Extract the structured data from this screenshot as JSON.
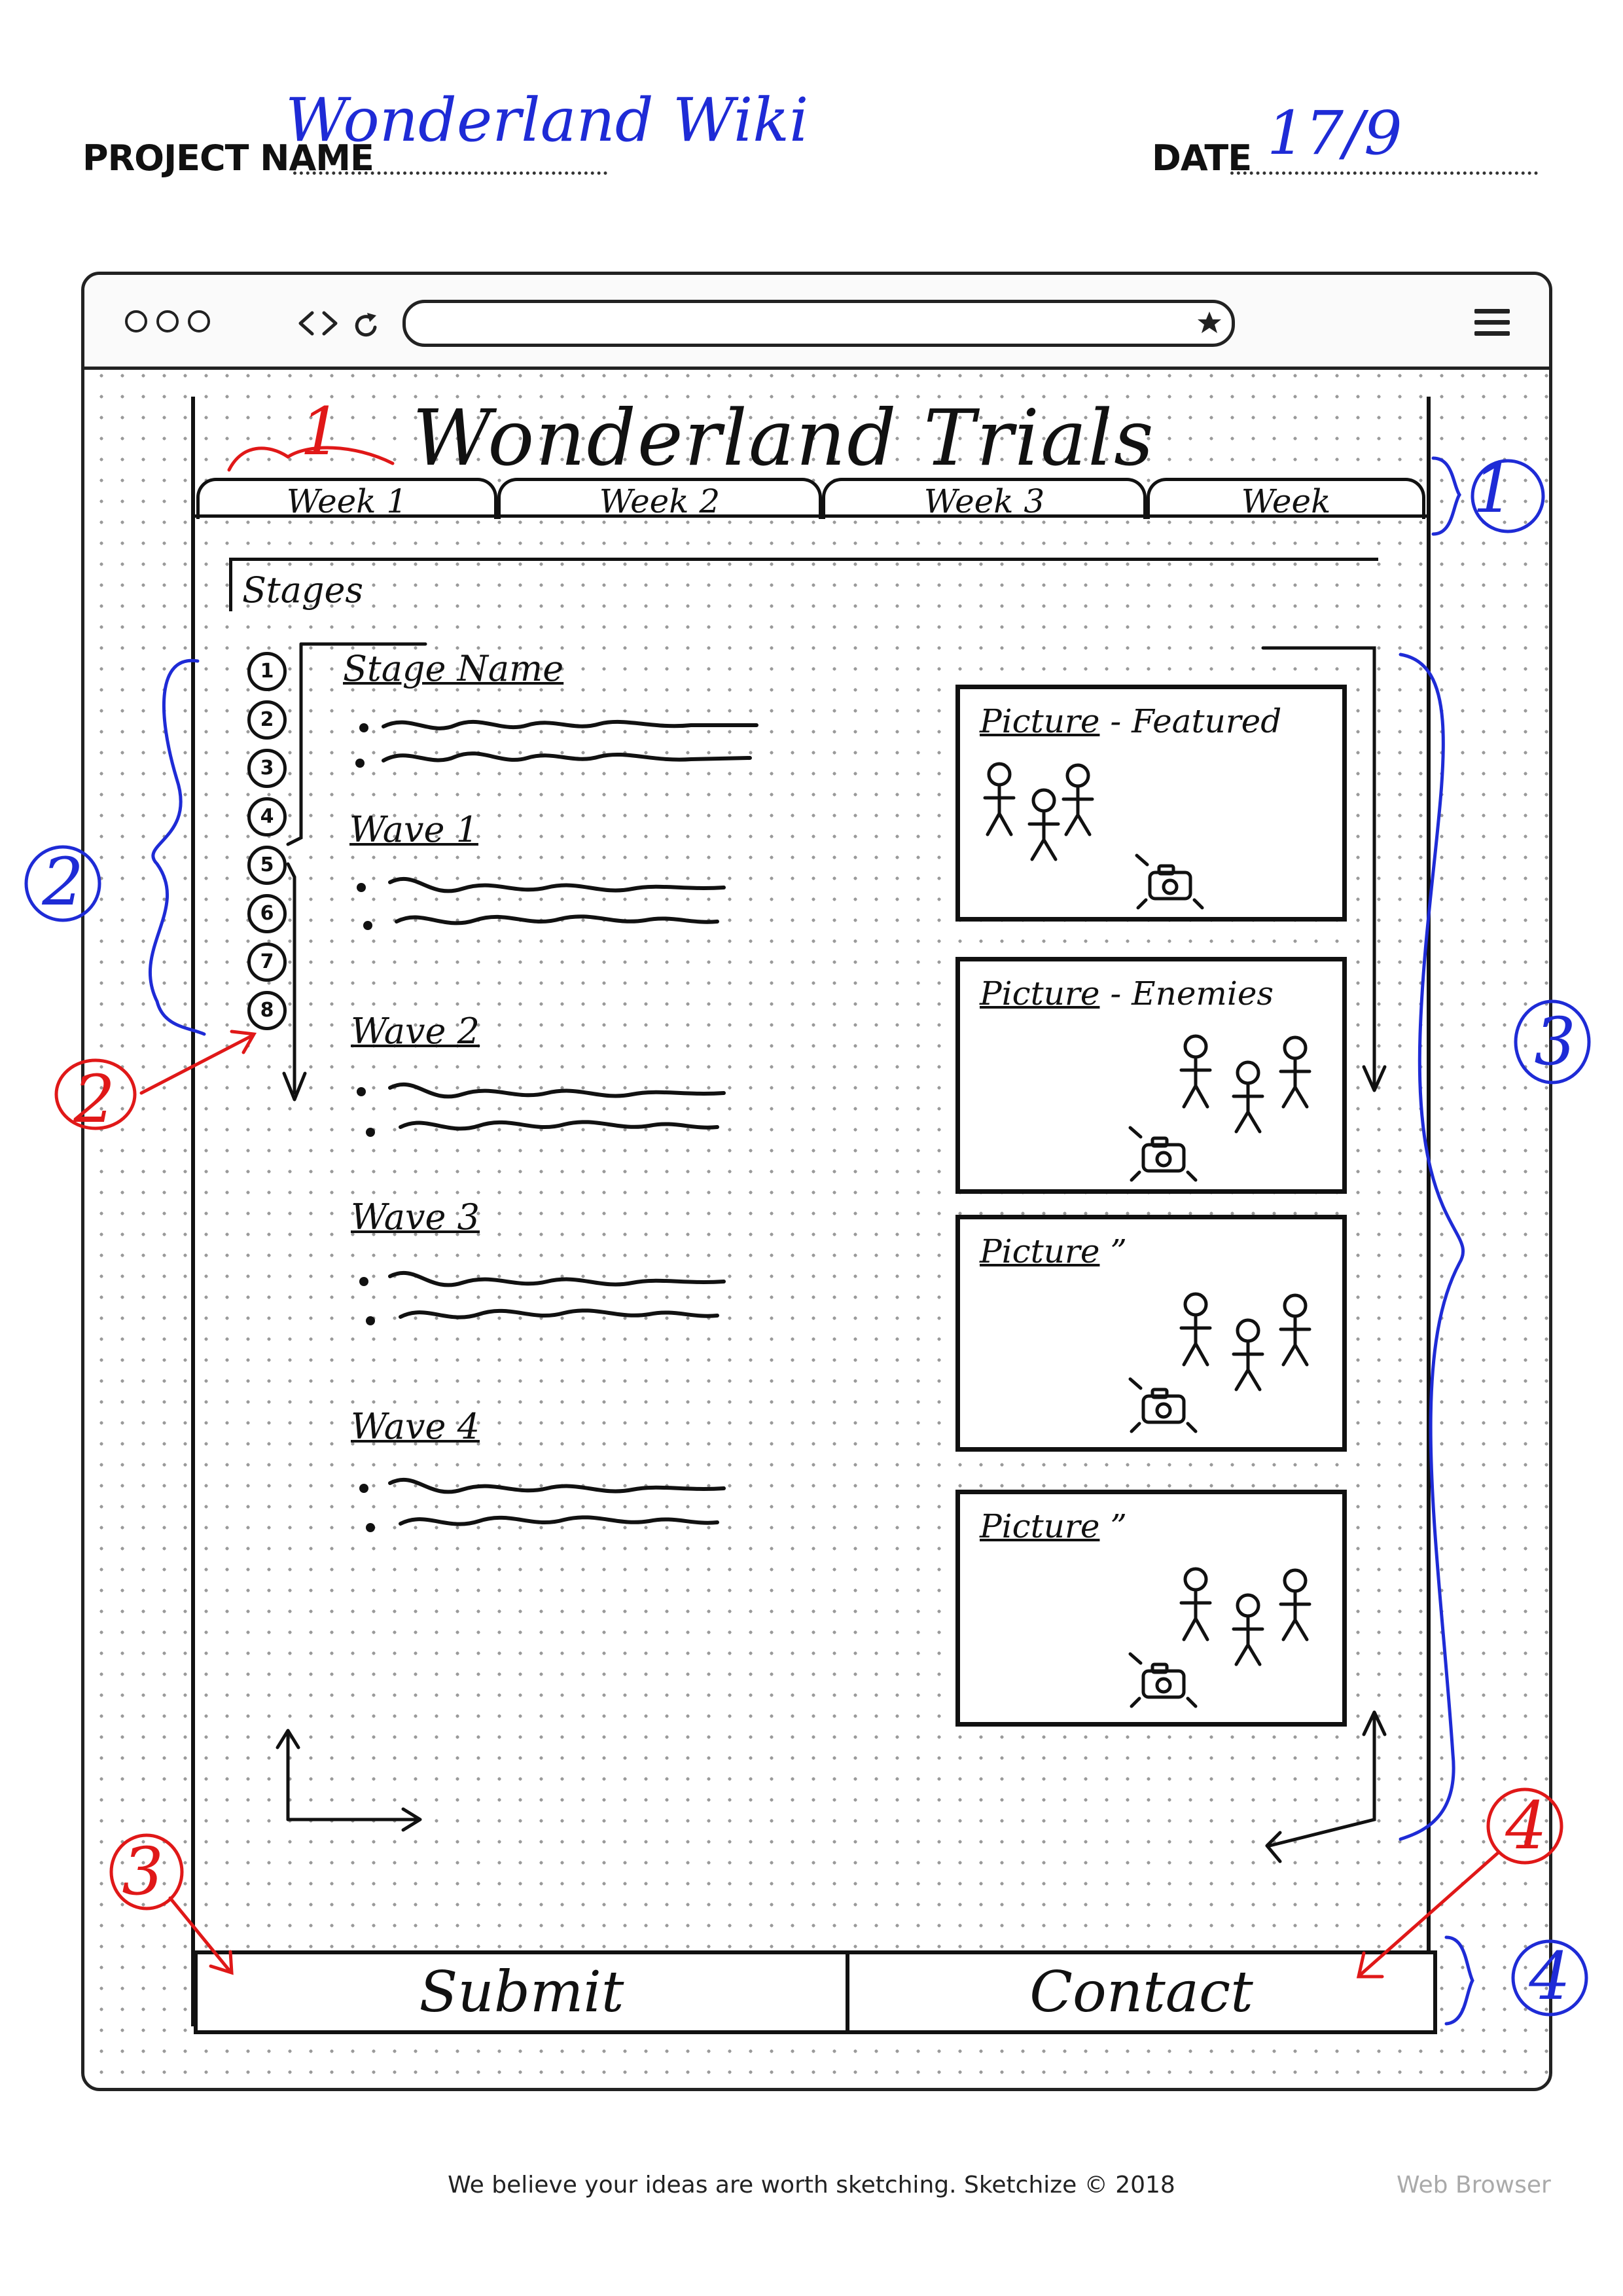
{
  "header": {
    "project_label": "PROJECT NAME",
    "project_name": "Wonderland Wiki",
    "date_label": "DATE",
    "date_value": "17/9"
  },
  "browser": {
    "url": "",
    "bookmark_icon": "star-icon",
    "menu_icon": "hamburger-menu-icon"
  },
  "page": {
    "title": "Wonderland Trials",
    "tabs": [
      "Week 1",
      "Week 2",
      "Week 3",
      "Week"
    ],
    "stages_label": "Stages",
    "stage_numbers": [
      "1",
      "2",
      "3",
      "4",
      "5",
      "6",
      "7",
      "8"
    ],
    "stage_name_heading": "Stage Name",
    "waves": [
      "Wave 1",
      "Wave 2",
      "Wave 3",
      "Wave 4"
    ],
    "pictures": [
      {
        "label": "Picture",
        "suffix": "- Featured"
      },
      {
        "label": "Picture",
        "suffix": "- Enemies"
      },
      {
        "label": "Picture",
        "suffix": "”"
      },
      {
        "label": "Picture",
        "suffix": "”"
      }
    ],
    "buttons": {
      "submit": "Submit",
      "contact": "Contact"
    }
  },
  "annotations": {
    "red": [
      "1",
      "2",
      "3",
      "4"
    ],
    "blue": [
      "1",
      "2",
      "3",
      "4"
    ]
  },
  "footer": {
    "tagline": "We believe your ideas are worth sketching. Sketchize © 2018",
    "template_name": "Web Browser"
  },
  "colors": {
    "ink": "#111111",
    "blue_annotation": "#1e2bd6",
    "red_annotation": "#e01818"
  }
}
